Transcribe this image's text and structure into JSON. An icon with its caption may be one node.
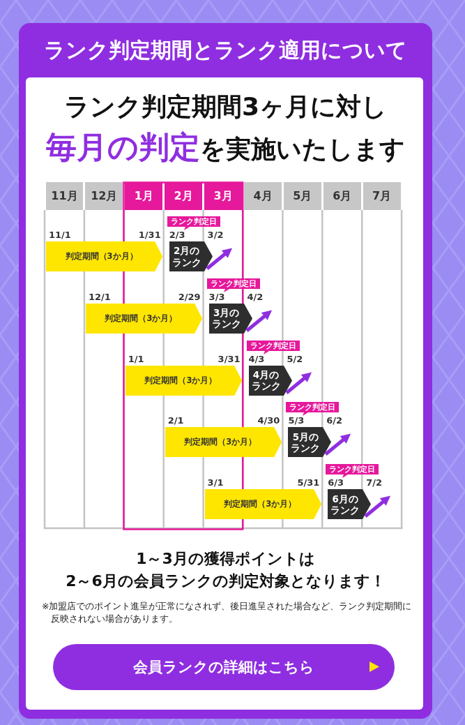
{
  "diagram": {
    "title": "ランク判定期間とランク適用について",
    "nodes": [
      {
        "text": [
          "11月"
        ]
      },
      {
        "text": [
          "12月"
        ]
      },
      {
        "text": [
          "1月"
        ]
      },
      {
        "text": [
          "2月"
        ]
      },
      {
        "text": [
          "3月"
        ]
      },
      {
        "text": [
          "4月"
        ]
      },
      {
        "text": [
          "5月"
        ]
      },
      {
        "text": [
          "6月"
        ]
      },
      {
        "text": [
          "7月"
        ]
      },
      {
        "text": [
          "判定期間（3か月）"
        ],
        "beside": [
          "11/1",
          "1/31"
        ]
      },
      {
        "text": [
          "ランク判定日"
        ]
      },
      {
        "text": [
          "2月のランク"
        ],
        "beside": [
          "2/3",
          "3/2"
        ]
      },
      {
        "text": [
          "判定期間（3か月）"
        ],
        "beside": [
          "12/1",
          "2/29"
        ]
      },
      {
        "text": [
          "ランク判定日"
        ]
      },
      {
        "text": [
          "3月のランク"
        ],
        "beside": [
          "3/3",
          "4/2"
        ]
      },
      {
        "text": [
          "判定期間（3か月）"
        ],
        "beside": [
          "1/1",
          "3/31"
        ]
      },
      {
        "text": [
          "ランク判定日"
        ]
      },
      {
        "text": [
          "4月のランク"
        ],
        "beside": [
          "4/3",
          "5/2"
        ]
      },
      {
        "text": [
          "判定期間（3か月）"
        ],
        "beside": [
          "2/1",
          "4/30"
        ]
      },
      {
        "text": [
          "ランク判定日"
        ]
      },
      {
        "text": [
          "5月のランク"
        ],
        "beside": [
          "5/3",
          "6/2"
        ]
      },
      {
        "text": [
          "判定期間（3か月）"
        ],
        "beside": [
          "3/1",
          "5/31"
        ]
      },
      {
        "text": [
          "ランク判定日"
        ]
      },
      {
        "text": [
          "6月のランク"
        ],
        "beside": [
          "6/3",
          "7/2"
        ]
      },
      {
        "text": [
          "会員ランクの詳細はこちら"
        ]
      }
    ],
    "labels": [
      "ランク判定期間3ヶ月に対し",
      "**毎月の判定**を実施いたします",
      "1～3月の獲得ポイントは",
      "2～6月の会員ランクの判定対象となります！",
      "※加盟店でのポイント進呈が正常になされず、後日進呈された場合など、ランク判定期間に反映されない場合があります。"
    ]
  }
}
